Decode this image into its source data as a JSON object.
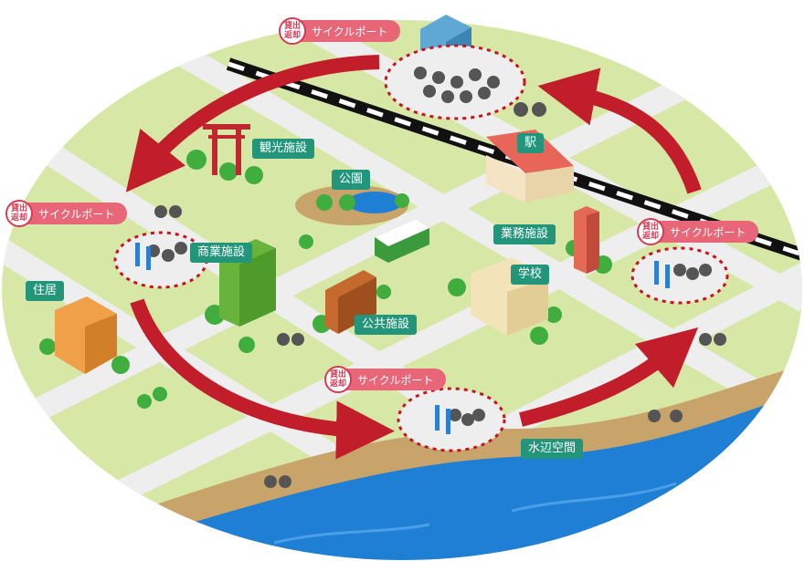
{
  "ports": {
    "badge_top": "貸出",
    "badge_bottom": "返却",
    "label": "サイクルポート"
  },
  "facilities": {
    "kanko": "観光施設",
    "koen": "公園",
    "eki": "駅",
    "gyomu": "業務施設",
    "shogyo": "商業施設",
    "gakko": "学校",
    "jukyo": "住居",
    "kokyo": "公共施設",
    "suihen": "水辺空間"
  },
  "colors": {
    "ground": "#d7e7a6",
    "road": "#eeeeee",
    "water": "#1f7fd4",
    "sand": "#c8a46a",
    "arrow": "#c21d2a",
    "label_bg": "#22957a",
    "port_pill": "#e76677",
    "port_ring": "#d43c55"
  }
}
